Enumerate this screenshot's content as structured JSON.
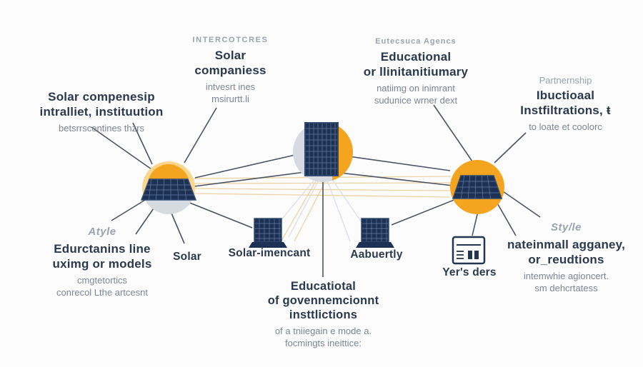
{
  "diagram": {
    "kind": "solar-partnership-network-diagram",
    "colors": {
      "accent_yellow": "#f5a41f",
      "halo_yellow": "#fbd78e",
      "panel_navy": "#1c3154",
      "panel_frame": "#2e4a73",
      "grid_line": "#6c83a8",
      "gray_circle": "#d6dae1",
      "line_dark": "#4a5363",
      "line_tan": "#edd3a3",
      "line_lavender": "#daddeb",
      "text_dark": "#2a394e",
      "text_gray": "#9aa3ae",
      "text_sub": "#7c8594",
      "background": "#fcfcfd"
    },
    "nodes": {
      "solar_companies": {
        "header": "INTERCOTCRES",
        "title": "Solar\ncompaniess",
        "subtitle": "intvesrt ines\nmsirurtt.li"
      },
      "educational_agency": {
        "header": "Eutecsuca Agencs",
        "title": "Educational\nor llinitanitiumary",
        "subtitle": "natiimg on inimrant\nsudunice wrner dext"
      },
      "solar_partnership": {
        "title": "Solar compenesip\nintralliet, instituution",
        "subtitle": "betsrrscentines thzrs"
      },
      "partnership_institutions": {
        "header": "Partnernship",
        "title": "Ibuctioaal\nInstfiltrations, ŧ",
        "subtitle": "to loate et coolorc"
      },
      "education_models": {
        "header": "Atyle",
        "title": "Edurctanins line\nuximg or models",
        "subtitle": "cmgtetortics\nconrecol Lthe artcesnt"
      },
      "national_agency": {
        "header": "Sty/le",
        "title": "nateinmall agganey,\nor_reudtions",
        "subtitle": "intemwhie agioncert.\nsm dehcrtatess"
      },
      "government_institutions": {
        "title": "Educatiotal\nof govennemcionnt\ninsttlictions",
        "subtitle": "of a tniiegain e mode a.\nfocmingts ineittice:"
      }
    },
    "labels": {
      "solar": "Solar",
      "solar_immencant": "Solar-imencant",
      "aabuertly": "Aabuertly",
      "yers_ders": "Yer's ders"
    },
    "icons": {
      "left_hub": "sun-solar-panel-icon",
      "center_hub": "standing-solar-panel-icon",
      "right_hub": "solar-panel-sun-icon",
      "small_panel_1": "solar-panel-icon",
      "small_panel_2": "solar-panel-icon",
      "document": "report-document-icon"
    }
  }
}
